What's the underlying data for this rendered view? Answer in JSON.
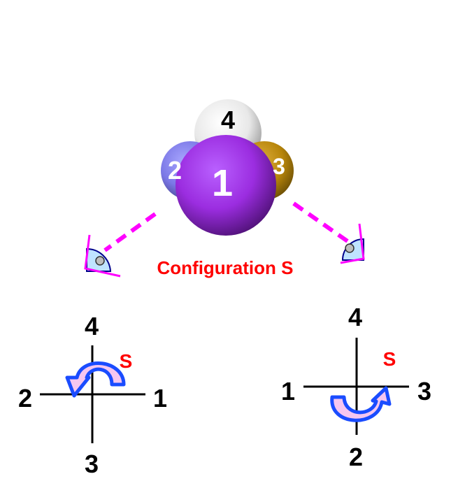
{
  "caption": "Configuration S",
  "molecule": {
    "atoms": [
      {
        "label": "4",
        "color": "#f0f0f0"
      },
      {
        "label": "2",
        "color": "#7b78e6"
      },
      {
        "label": "3",
        "color": "#b8860b"
      },
      {
        "label": "1",
        "color": "#9b2de0"
      }
    ],
    "sightline_color": "#ff00ff"
  },
  "projections": [
    {
      "top": "4",
      "left": "2",
      "right": "1",
      "bottom": "3",
      "config": "S"
    },
    {
      "top": "4",
      "left": "1",
      "right": "3",
      "bottom": "2",
      "config": "S"
    }
  ],
  "colors": {
    "config_label": "#ff0000",
    "arrow_outline": "#1a4cff",
    "arrow_fill": "#f5c6f0",
    "eye_fill": "#bfe3ff",
    "eye_outline": "#ff00ff"
  }
}
